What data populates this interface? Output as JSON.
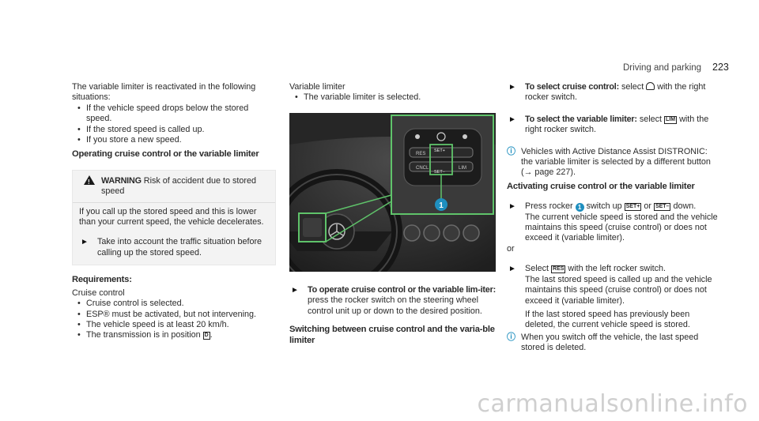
{
  "header": {
    "section_title": "Driving and parking",
    "page_number": "223"
  },
  "col1": {
    "intro": "The variable limiter is reactivated in the following situations:",
    "bullets": [
      "If the vehicle speed drops below the stored speed.",
      "If the stored speed is called up.",
      "If you store a new speed."
    ],
    "heading": "Operating cruise control or the variable limiter",
    "warning": {
      "title": "WARNING",
      "title_rest": "Risk of accident due to stored speed",
      "body": "If you call up the stored speed and this is lower than your current speed, the vehicle decelerates.",
      "action": "Take into account the traffic situation before calling up the stored speed."
    },
    "req_heading": "Requirements:",
    "req_sub": "Cruise control",
    "req_bullets": [
      "Cruise control is selected.",
      "ESP® must be activated, but not intervening.",
      "The vehicle speed is at least 20 km/h.",
      "The transmission is in position "
    ],
    "req_key": "D"
  },
  "col2": {
    "label": "Variable limiter",
    "bullet": "The variable limiter is selected.",
    "figure_callout": "1",
    "step_bold": "To operate cruise control or the variable lim-iter:",
    "step_rest": "press the rocker switch on the steering wheel control unit up or down to the desired position.",
    "heading2": "Switching between cruise control and the varia-ble limiter"
  },
  "col3": {
    "step1_bold": "To select cruise control:",
    "step1_rest": "select",
    "step1_rest2": "with the right rocker switch.",
    "step2_bold": "To select the variable limiter:",
    "step2_rest": "select",
    "step2_key": "LIM",
    "step2_rest2": "with the right rocker switch.",
    "info1": "Vehicles with Active Distance Assist DISTRONIC: the variable limiter is selected by a different button (→ page 227).",
    "heading": "Activating cruise control or the variable limiter",
    "step3_a": "Press rocker",
    "step3_callout": "1",
    "step3_b": "switch up",
    "step3_key1": "SET+",
    "step3_c": "or",
    "step3_key2": "SET–",
    "step3_d": "down.",
    "step3_body": "The current vehicle speed is stored and the vehicle maintains this speed (cruise control) or does not exceed it (variable limiter).",
    "or_text": "or",
    "step4_a": "Select",
    "step4_key": "RES",
    "step4_b": "with the left rocker switch.",
    "step4_body": "The last stored speed is called up and the vehicle maintains this speed (cruise control) or does not exceed it (variable limiter).",
    "step4_body2": "If the last stored speed has previously been deleted, the current vehicle speed is stored.",
    "info2": "When you switch off the vehicle, the last speed stored is deleted."
  },
  "watermark": "carmanualsonline.info",
  "colors": {
    "accent": "#1f8fbf",
    "highlight_green": "#5fc36a"
  }
}
